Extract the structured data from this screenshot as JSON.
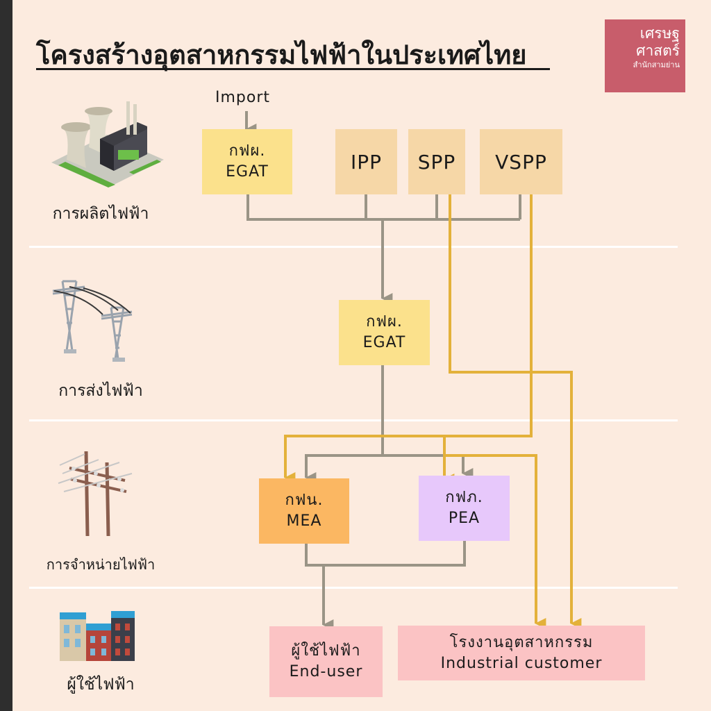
{
  "title": "โครงสร้างอุตสาหกรรมไฟฟ้าในประเทศไทย",
  "logo": {
    "line1": "เศรษฐ",
    "line2": "ศาสตร์",
    "line3": "สำนักสามย่าน"
  },
  "stages": {
    "generation": "การผลิตไฟฟ้า",
    "transmission": "การส่งไฟฟ้า",
    "distribution": "การจำหน่ายไฟฟ้า",
    "users": "ผู้ใช้ไฟฟ้า"
  },
  "import_label": "Import",
  "boxes": {
    "egat_gen": {
      "line1": "กฟผ.",
      "line2": "EGAT"
    },
    "ipp": "IPP",
    "spp": "SPP",
    "vspp": "VSPP",
    "egat_trans": {
      "line1": "กฟผ.",
      "line2": "EGAT"
    },
    "mea": {
      "line1": "กฟน.",
      "line2": "MEA"
    },
    "pea": {
      "line1": "กฟภ.",
      "line2": "PEA"
    },
    "end_user": {
      "line1": "ผู้ใช้ไฟฟ้า",
      "line2": "End-user"
    },
    "industrial": {
      "line1": "โรงงานอุตสาหกรรม",
      "line2": "Industrial customer"
    }
  },
  "colors": {
    "gray_line": "#9a9486",
    "gold_line": "#e3b13a",
    "background": "#fcebdf"
  },
  "icons": {
    "generation": "power-plant-icon",
    "transmission": "transmission-tower-icon",
    "distribution": "utility-pole-icon",
    "users": "buildings-icon"
  }
}
